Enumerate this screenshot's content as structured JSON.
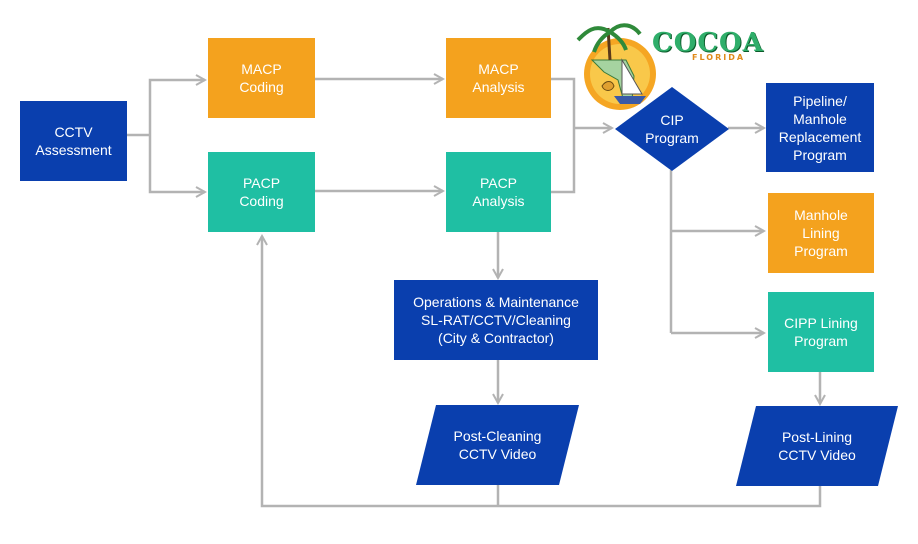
{
  "logo": {
    "title": "COCOA",
    "subtitle": "FLORIDA"
  },
  "nodes": {
    "cctv_assessment": "CCTV\nAssessment",
    "macp_coding": "MACP\nCoding",
    "pacp_coding": "PACP\nCoding",
    "macp_analysis": "MACP\nAnalysis",
    "pacp_analysis": "PACP\nAnalysis",
    "cip_program": "CIP\nProgram",
    "pipeline_manhole_replacement": "Pipeline/\nManhole\nReplacement\nProgram",
    "manhole_lining": "Manhole\nLining\nProgram",
    "cipp_lining": "CIPP Lining\nProgram",
    "operations_maintenance": "Operations & Maintenance\nSL-RAT/CCTV/Cleaning\n(City & Contractor)",
    "post_cleaning_video": "Post-Cleaning\nCCTV Video",
    "post_lining_video": "Post-Lining\nCCTV Video"
  },
  "colors": {
    "blue": "#0a3fae",
    "orange": "#f4a21e",
    "teal": "#1fbfa3",
    "connector": "#b3b3b3"
  }
}
